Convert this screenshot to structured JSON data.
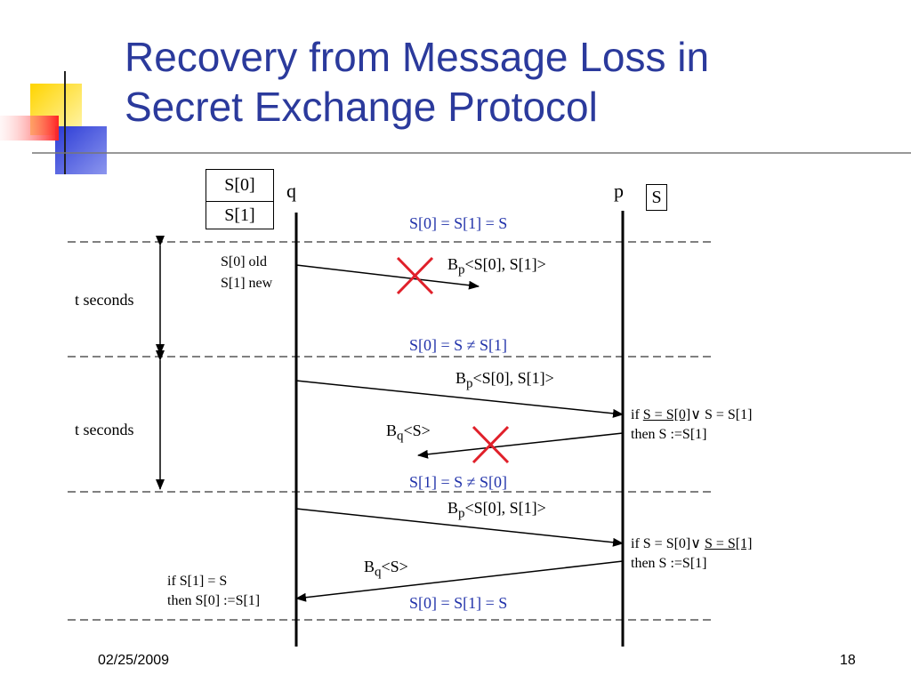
{
  "title": {
    "line1": "Recovery from Message Loss in",
    "line2": "Secret Exchange Protocol"
  },
  "processes": {
    "q": "q",
    "p": "p"
  },
  "state_boxes": {
    "q_slot0": "S[0]",
    "q_slot1": "S[1]",
    "p_secret": "S"
  },
  "conditions": {
    "c1": "S[0] = S[1] = S",
    "c2": "S[0] = S ≠ S[1]",
    "c3": "S[1] = S ≠ S[0]",
    "c4": "S[0] = S[1] = S"
  },
  "interval_labels": {
    "first": "t seconds",
    "second": "t seconds"
  },
  "q_notes": {
    "old": "S[0] old",
    "new": "S[1] new",
    "recv_if": "if S[1] = S",
    "recv_then": "then S[0] :=S[1]"
  },
  "messages": {
    "bp": {
      "sym": "B",
      "sub": "p",
      "body": "<S[0], S[1]>"
    },
    "bq": {
      "sym": "B",
      "sub": "q",
      "body": "<S>"
    }
  },
  "p_actions": {
    "a1_if": "if",
    "a1_u1": "S = S[0]",
    "a1_or": "∨ S = S[1]",
    "a1_then": "then S :=S[1]",
    "a2_if": "if S = S[0]∨",
    "a2_u": "S = S[1]",
    "a2_then": "then S :=S[1]"
  },
  "footer": {
    "date": "02/25/2009",
    "page": "18"
  }
}
